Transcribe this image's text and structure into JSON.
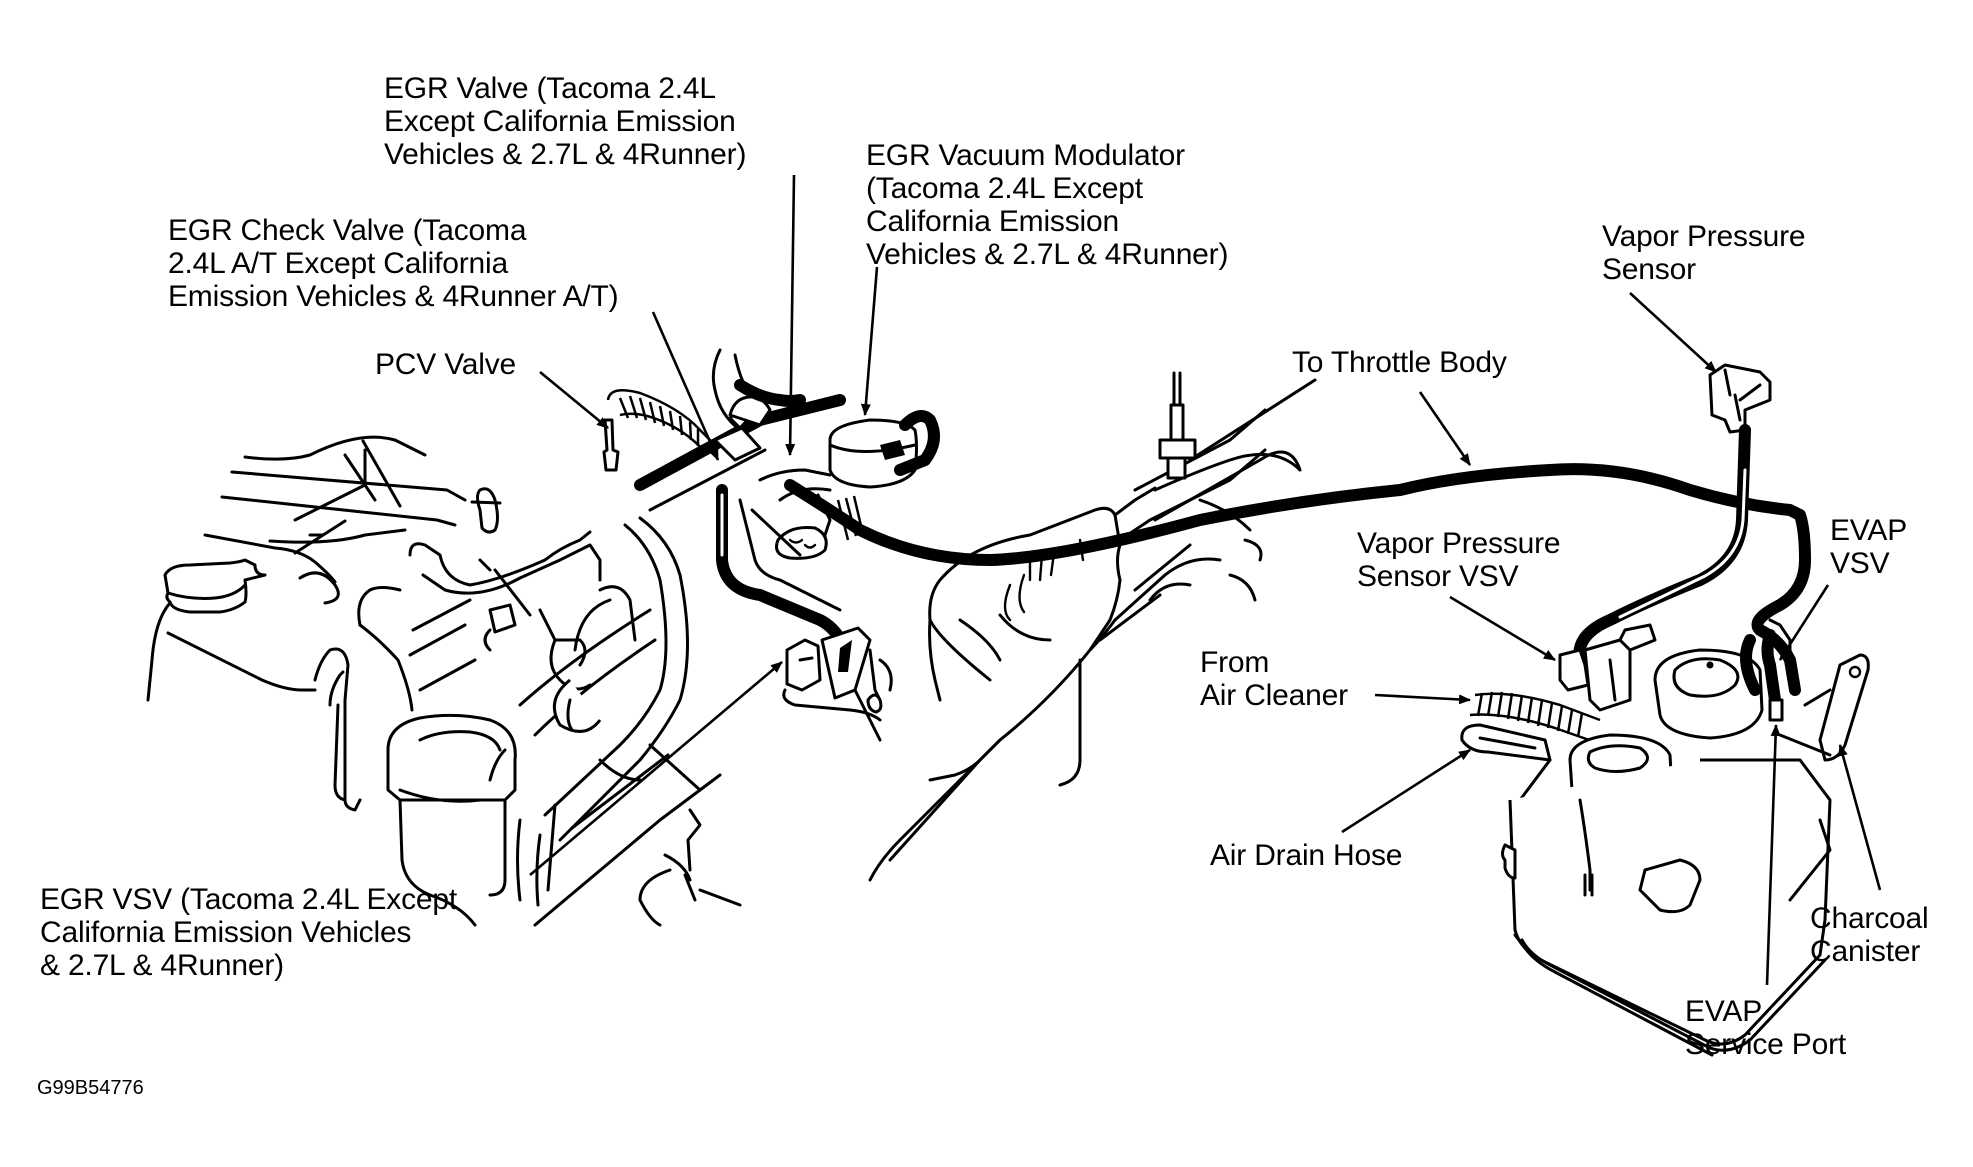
{
  "figure_id": "G99B54776",
  "labels": {
    "egr_valve": "EGR Valve (Tacoma 2.4L\nExcept California Emission\nVehicles & 2.7L & 4Runner)",
    "egr_vacuum_modulator": "EGR Vacuum Modulator\n(Tacoma 2.4L Except\nCalifornia Emission\nVehicles & 2.7L & 4Runner)",
    "egr_check_valve": "EGR Check Valve (Tacoma\n2.4L A/T Except California\nEmission Vehicles & 4Runner A/T)",
    "pcv_valve": "PCV Valve",
    "to_throttle_body": "To Throttle Body",
    "vapor_pressure_sensor": "Vapor Pressure\nSensor",
    "vapor_pressure_sensor_vsv": "Vapor Pressure\nSensor VSV",
    "evap_vsv": "EVAP\nVSV",
    "from_air_cleaner": "From\nAir Cleaner",
    "air_drain_hose": "Air Drain Hose",
    "charcoal_canister": "Charcoal\nCanister",
    "evap_service_port": "EVAP\nService Port",
    "egr_vsv": "EGR VSV (Tacoma 2.4L Except\nCalifornia Emission Vehicles\n& 2.7L & 4Runner)"
  }
}
